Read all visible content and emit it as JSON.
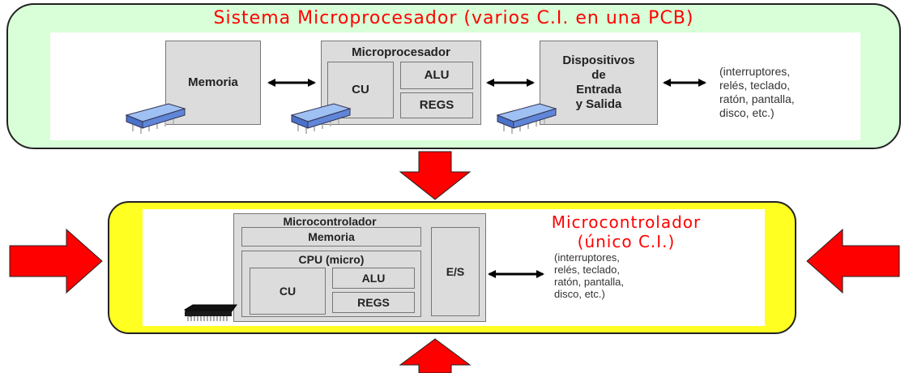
{
  "top": {
    "title": "Sistema Microprocesador (varios C.I. en una PCB)",
    "memoria": "Memoria",
    "microprocesador": "Microprocesador",
    "cu": "CU",
    "alu": "ALU",
    "regs": "REGS",
    "dispositivos": "Dispositivos\nde\nEntrada\ny Salida",
    "devices_note": "(interruptores,\nrelés, teclado,\nratón, pantalla,\ndisco, etc.)"
  },
  "bottom": {
    "title": "Microcontrolador\n(único C.I.)",
    "microcontrolador": "Microcontrolador",
    "memoria": "Memoria",
    "cpu": "CPU (micro)",
    "cu": "CU",
    "alu": "ALU",
    "regs": "REGS",
    "es": "E/S",
    "devices_note": "(interruptores,\nrelés, teclado,\nratón, pantalla,\ndisco, etc.)"
  },
  "colors": {
    "top_panel_fill": "#d8ffd8",
    "bottom_panel_fill": "#ffff22",
    "title_red": "#ff0000",
    "arrow_red": "#ff0000",
    "chip_blue": "#6f9be0"
  }
}
